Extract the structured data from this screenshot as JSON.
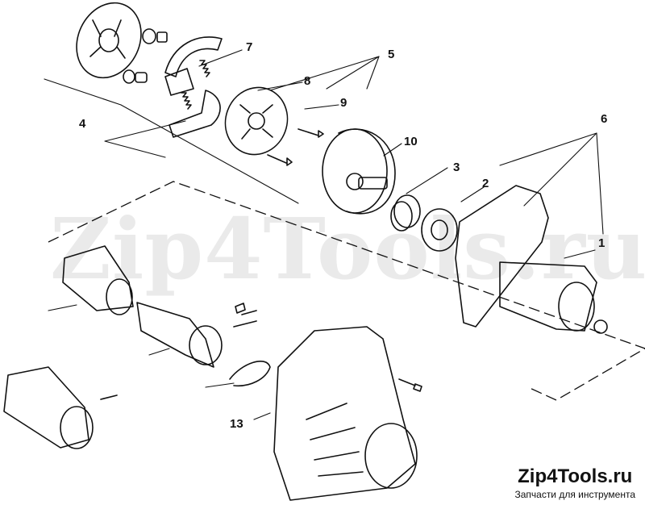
{
  "watermark": "Zip4Tools.ru",
  "brand": {
    "title": "Zip4Tools.ru",
    "subtitle": "Запчасти для инструмента"
  },
  "callouts": [
    "1",
    "2",
    "3",
    "4",
    "5",
    "6",
    "7",
    "8",
    "9",
    "10",
    "13"
  ]
}
